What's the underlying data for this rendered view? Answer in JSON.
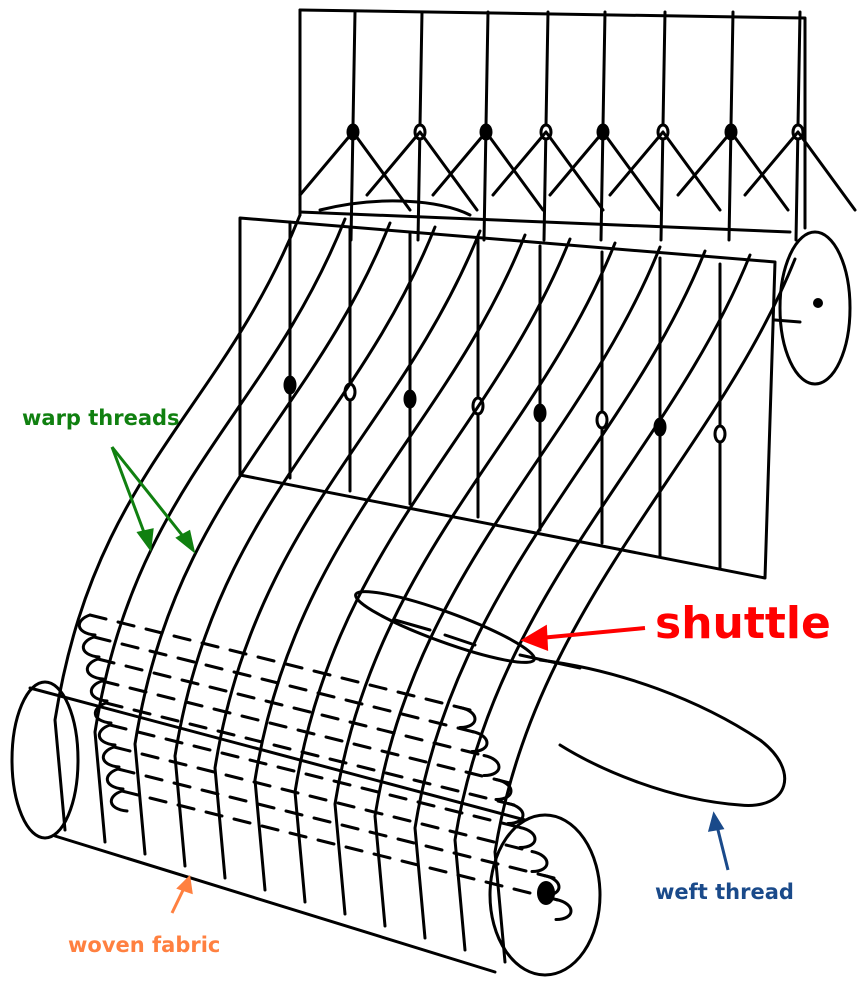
{
  "title": "Loom diagram",
  "labels": {
    "warp": "warp threads",
    "shuttle": "shuttle",
    "weft": "weft thread",
    "fabric": "woven fabric"
  },
  "colors": {
    "warp": "#108010",
    "shuttle": "#ff0000",
    "weft": "#1a4a8a",
    "fabric": "#ff8040",
    "ink": "#000000"
  }
}
